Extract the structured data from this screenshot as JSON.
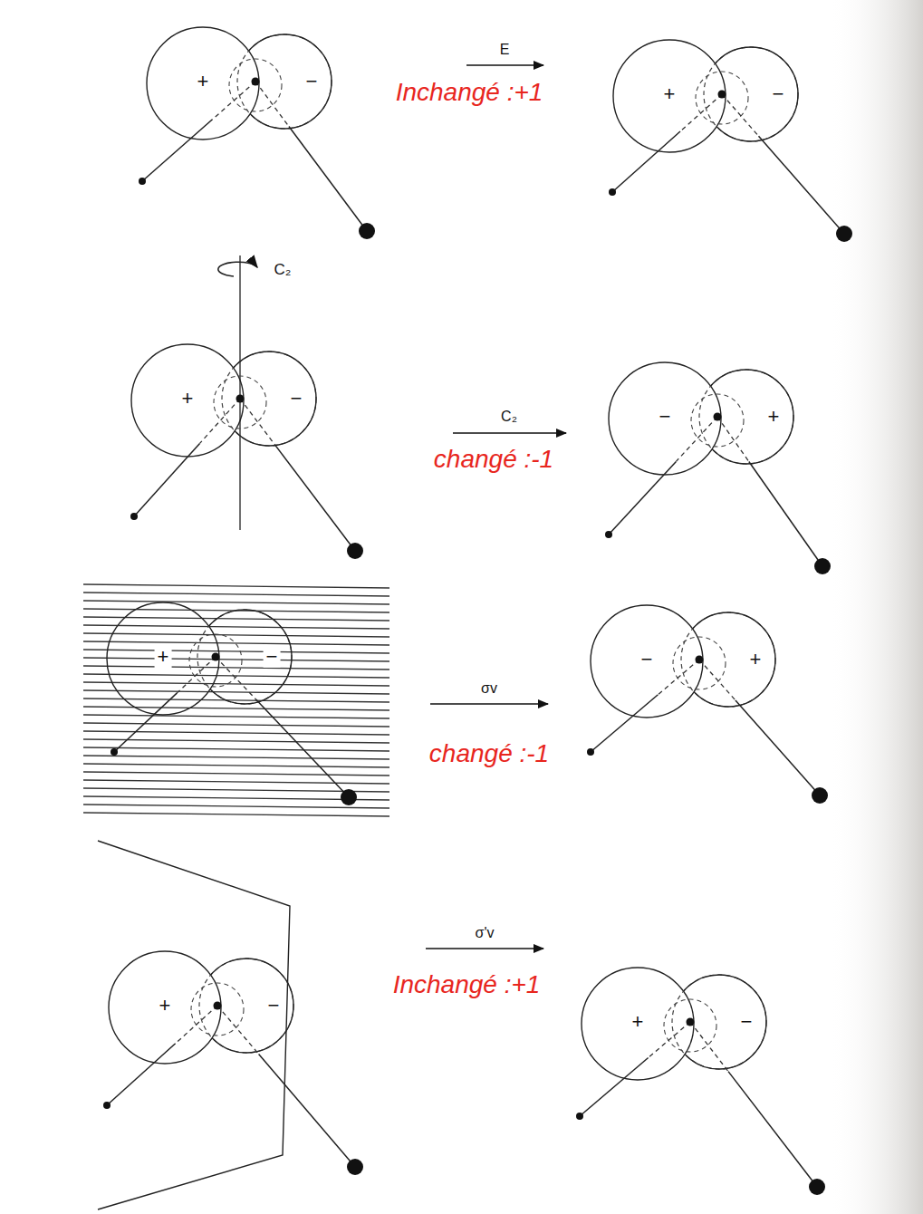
{
  "diagram": {
    "labels": [
      "+",
      "−",
      "E",
      "Inchangé :+1",
      "+",
      "−",
      "C₂",
      "+",
      "−",
      "C₂",
      "changé :-1",
      "−",
      "+",
      "+",
      "−",
      "σv",
      "changé :-1",
      "−",
      "+",
      "+",
      "−",
      "σ'v",
      "Inchangé :+1",
      "+",
      "−"
    ]
  }
}
